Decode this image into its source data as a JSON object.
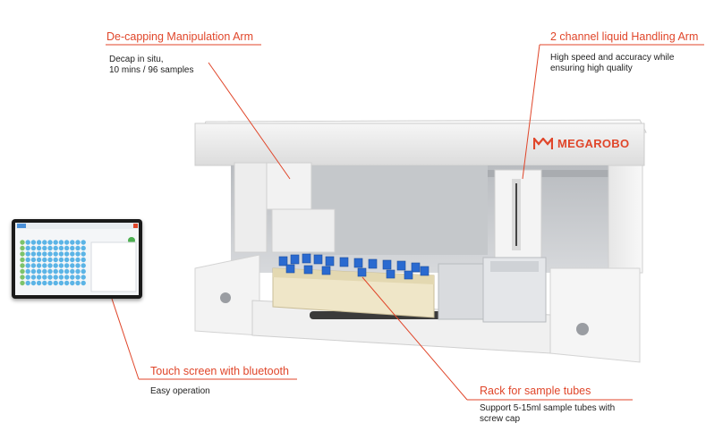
{
  "brand": {
    "name": "MEGAROBO",
    "logo_icon": "megarobo-logo-icon"
  },
  "accent_color": "#e0462a",
  "callouts": [
    {
      "id": "decapping",
      "title": "De-capping Manipulation Arm",
      "desc": "Decap in situ,\n10 mins / 96 samples"
    },
    {
      "id": "liquid",
      "title": "2 channel liquid Handling Arm",
      "desc": "High speed and accuracy while\nensuring high quality"
    },
    {
      "id": "touch",
      "title": "Touch screen with bluetooth",
      "desc": "Easy operation"
    },
    {
      "id": "rack",
      "title": "Rack for sample tubes",
      "desc": "Support 5-15ml sample tubes with\nscrew cap"
    }
  ]
}
